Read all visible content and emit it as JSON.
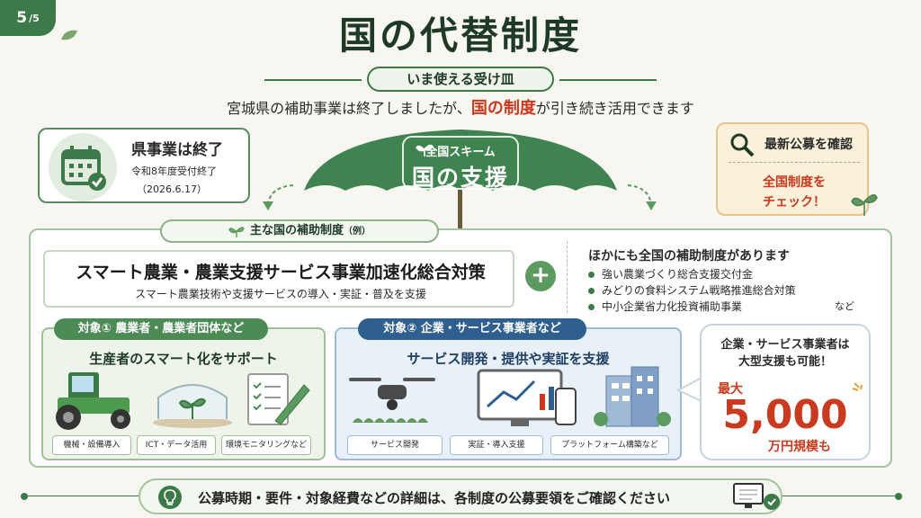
{
  "page_indicator": {
    "current": "5",
    "total": "/5"
  },
  "title": "国の代替制度",
  "subtitle": "いま使える受け皿",
  "lead": {
    "pre": "宮城県の補助事業は終了しましたが、",
    "highlight": "国の制度",
    "post": "が引き続き活用できます"
  },
  "prefecture": {
    "title": "県事業は終了",
    "line1": "令和8年度受付終了",
    "line2": "（2026.6.17）"
  },
  "umbrella": {
    "label": "全国スキーム",
    "title": "国の支援"
  },
  "new_call": {
    "title": "最新公募を確認",
    "line1": "全国制度を",
    "line2": "チェック！"
  },
  "main_programs": {
    "label": "主な国の補助制度",
    "label_suffix": "（例）"
  },
  "smart": {
    "title": "スマート農業・農業支援サービス事業加速化総合対策",
    "desc": "スマート農業技術や支援サービスの導入・実証・普及を支援"
  },
  "others": {
    "heading": "ほかにも全国の補助制度があります",
    "items": [
      "強い農業づくり総合支援交付金",
      "みどりの食料システム戦略推進総合対策",
      "中小企業省力化投資補助事業"
    ],
    "etc": "など"
  },
  "target1": {
    "label": "対象① 農業者・農業者団体など",
    "heading": "生産者のスマート化をサポート",
    "chips": [
      "機械・設備導入",
      "ICT・データ活用",
      "環境モニタリングなど"
    ]
  },
  "target2": {
    "label": "対象② 企業・サービス事業者など",
    "heading": "サービス開発・提供や実証を支援",
    "chips": [
      "サービス開発",
      "実証・導入支援",
      "プラットフォーム構築など"
    ]
  },
  "bubble": {
    "line1": "企業・サービス事業者は",
    "line2": "大型支援も可能！",
    "max": "最大",
    "amount": "5,000",
    "unit": "万円規模も"
  },
  "footer": {
    "text": "公募時期・要件・対象経費などの詳細は、各制度の公募要領をご確認ください"
  },
  "colors": {
    "primary_green": "#3d7a4a",
    "accent_red": "#c93a1e",
    "blue": "#2f5f8f",
    "background": "#f7f6f0"
  }
}
